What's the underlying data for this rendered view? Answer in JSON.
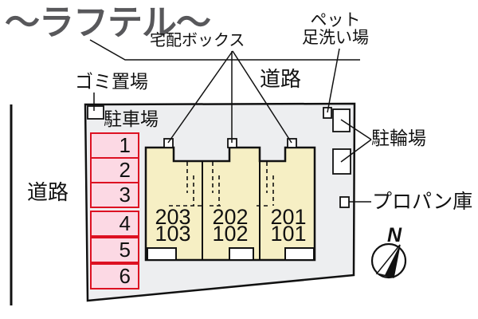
{
  "page": {
    "title": "～ラフテル～"
  },
  "legend": {
    "delivery_box": "宅配ボックス",
    "pet_wash_line1": "ペット",
    "pet_wash_line2": "足洗い場",
    "garbage_area": "ゴミ置場",
    "road_top": "道路",
    "road_left": "道路",
    "parking_lot": "駐車場",
    "bicycle_parking": "駐輪場",
    "propane_storage": "プロパン庫"
  },
  "parking_spaces": [
    "1",
    "2",
    "3",
    "4",
    "5",
    "6"
  ],
  "units": [
    {
      "upper": "203",
      "lower": "103"
    },
    {
      "upper": "202",
      "lower": "102"
    },
    {
      "upper": "201",
      "lower": "101"
    }
  ],
  "compass": {
    "north": "N"
  },
  "colors": {
    "site_fill": "#edeef0",
    "building_fill": "#f6efc4",
    "parking_fill": "#fcd9e4",
    "parking_border": "#dd1122",
    "title_text": "#58585b",
    "line": "#111111"
  }
}
